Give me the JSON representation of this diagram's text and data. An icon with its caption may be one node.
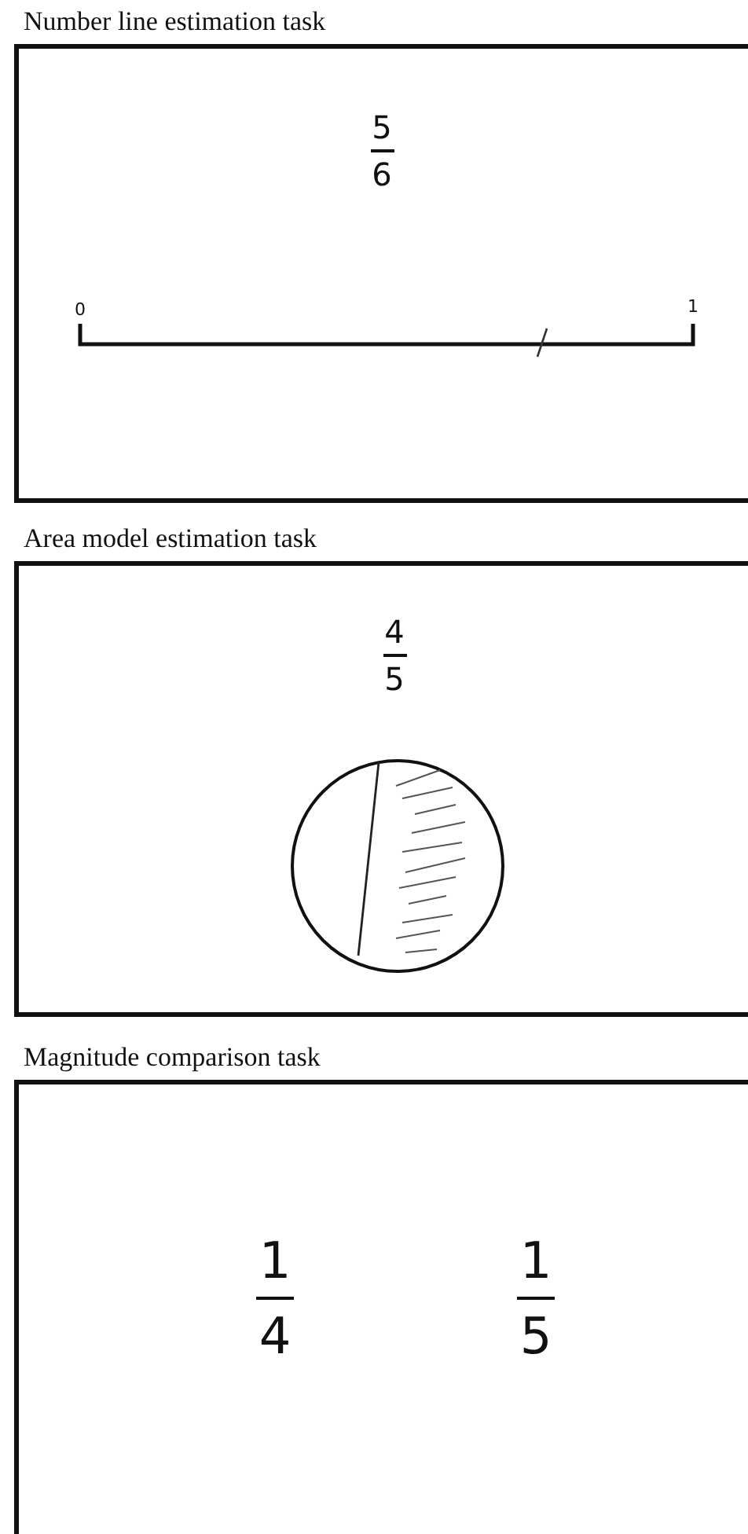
{
  "diagram": {
    "nodes": [
      {
        "text": [
          "Number line estimation task"
        ]
      },
      {
        "text": [
          "Area model estimation task"
        ]
      },
      {
        "text": [
          "Magnitude comparison task"
        ]
      }
    ],
    "labels": [
      "5",
      "6",
      "0",
      "1",
      "4",
      "5",
      "1",
      "1",
      "4",
      "5"
    ]
  }
}
